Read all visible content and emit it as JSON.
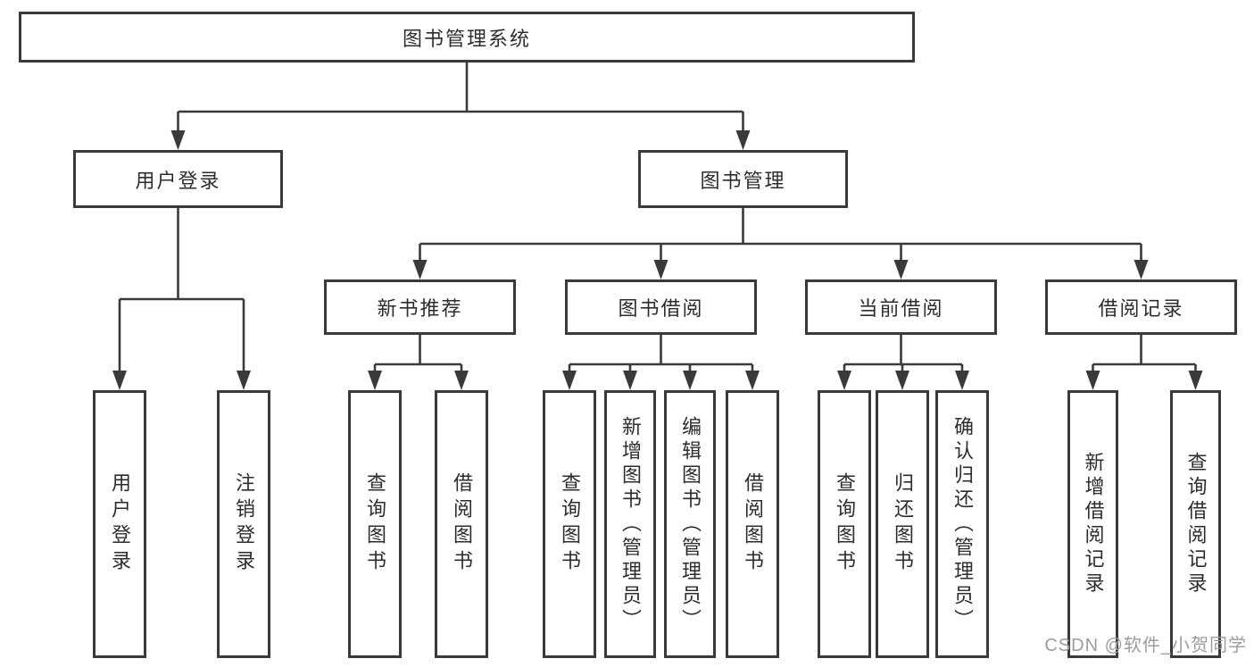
{
  "diagram": {
    "root": "图书管理系统",
    "level2": {
      "user_login": "用户登录",
      "book_mgmt": "图书管理"
    },
    "level3": {
      "new_book_rec": "新书推荐",
      "book_borrow": "图书借阅",
      "current_borrow": "当前借阅",
      "borrow_record": "借阅记录"
    },
    "leaves": {
      "user_login_login": "用户登录",
      "user_login_logout": "注销登录",
      "nbr_query_book": "查询图书",
      "nbr_borrow_book": "借阅图书",
      "bb_query_book": "查询图书",
      "bb_add_book": "新增图书（管理员）",
      "bb_edit_book": "编辑图书（管理员）",
      "bb_borrow_book": "借阅图书",
      "cb_query_book": "查询图书",
      "cb_return_book": "归还图书",
      "cb_confirm_return": "确认归还（管理员）",
      "br_add_record": "新增借阅记录",
      "br_query_record": "查询借阅记录"
    }
  },
  "watermark": {
    "text": "CSDN @软件_小贺同学"
  },
  "colors": {
    "line": "#3a3a3a",
    "text": "#2d2d2d",
    "watermark": "#9c9c9c",
    "background": "#ffffff"
  }
}
